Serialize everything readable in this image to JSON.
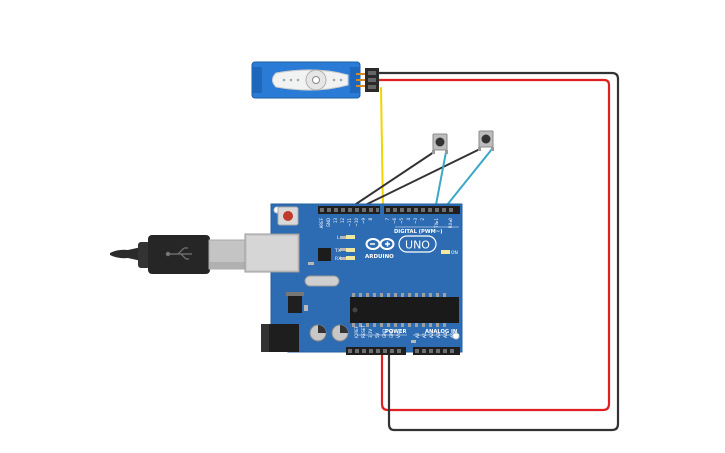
{
  "board": {
    "header_label": "DIGITAL (PWM~)",
    "brand": "ARDUINO",
    "model": "UNO",
    "power_label": "POWER",
    "analog_label": "ANALOG IN",
    "on_label": "ON",
    "led_labels": [
      "L",
      "TX",
      "RX"
    ],
    "digital_pins": [
      "AREF",
      "GND",
      "13",
      "12",
      "~11",
      "~10",
      "~9",
      "8",
      "7",
      "~6",
      "~5",
      "4",
      "~3",
      "2",
      "TX▸1",
      "RX◂0"
    ],
    "power_pins": [
      "IOREF",
      "RESET",
      "3.3V",
      "5V",
      "GND",
      "GND",
      "Vin"
    ],
    "analog_pins": [
      "A0",
      "A1",
      "A2",
      "A3",
      "A4",
      "A5"
    ],
    "color": "#2d6bb2"
  },
  "wires": [
    {
      "name": "servo-signal-wire",
      "color": "#f2d400"
    },
    {
      "name": "servo-power-wire",
      "color": "#e02020"
    },
    {
      "name": "servo-ground-wire",
      "color": "#333333"
    },
    {
      "name": "button1-ground-wire",
      "color": "#333333"
    },
    {
      "name": "button2-ground-wire",
      "color": "#333333"
    },
    {
      "name": "button1-signal-wire",
      "color": "#3aa7c9"
    },
    {
      "name": "button2-signal-wire",
      "color": "#3aa7c9"
    }
  ],
  "components": {
    "servo": {
      "icon": "servo-motor-icon",
      "body_color": "#2a7bd6"
    },
    "buttons": [
      {
        "icon": "pushbutton-icon"
      },
      {
        "icon": "pushbutton-icon"
      }
    ],
    "usb": {
      "icon": "usb-cable-icon"
    }
  }
}
